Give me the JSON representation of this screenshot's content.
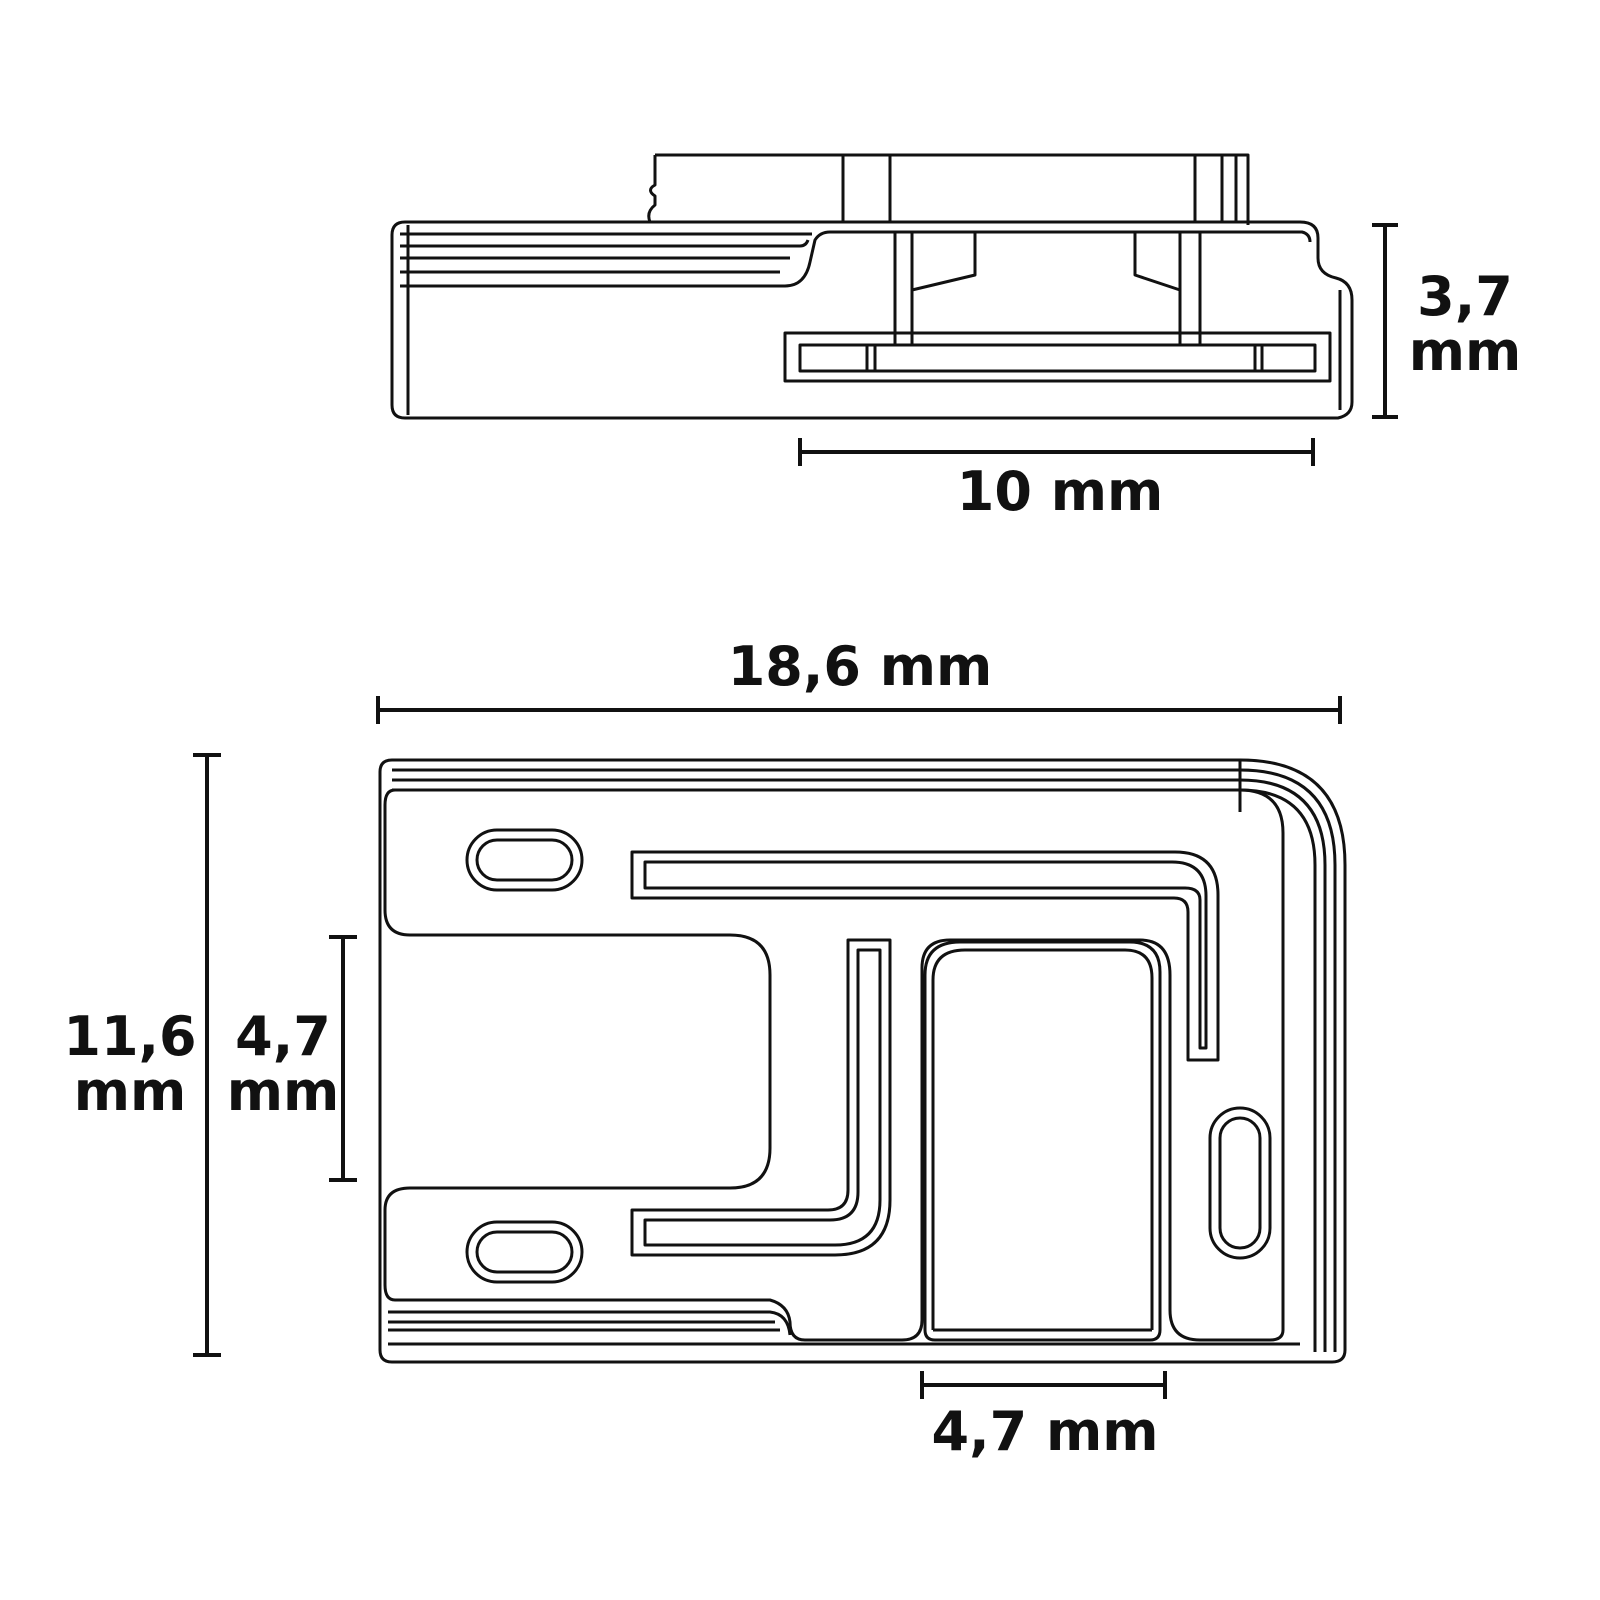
{
  "colors": {
    "line": "#111111",
    "background": "#ffffff"
  },
  "side_view": {
    "height_label_value": "3,7",
    "height_label_unit": "mm",
    "width_label": "10 mm"
  },
  "top_view": {
    "overall_width_label": "18,6 mm",
    "overall_height_label_value": "11,6",
    "overall_height_label_unit": "mm",
    "opening_height_label_value": "4,7",
    "opening_height_label_unit": "mm",
    "opening_width_label": "4,7 mm"
  }
}
